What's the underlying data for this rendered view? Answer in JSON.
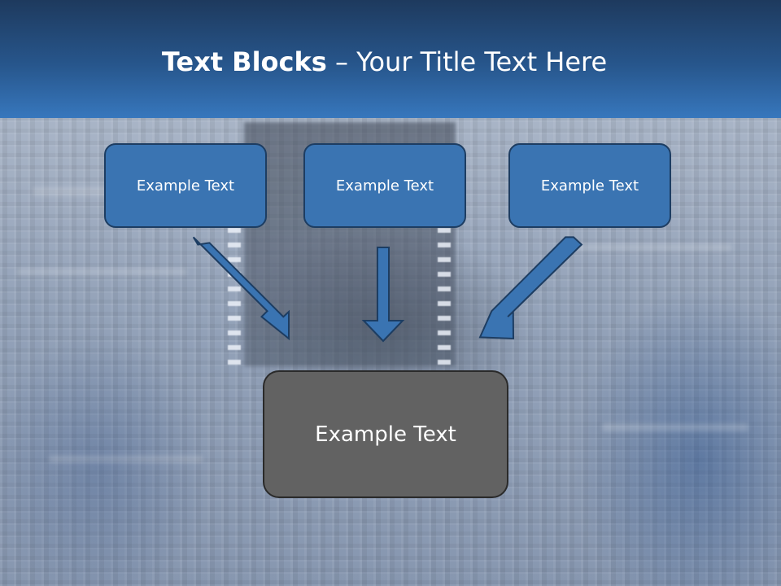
{
  "slide": {
    "title_bold": "Text Blocks",
    "title_dash": " – ",
    "title_rest": "Your Title Text Here",
    "top_blocks": [
      {
        "label": "Example Text"
      },
      {
        "label": "Example Text"
      },
      {
        "label": "Example Text"
      }
    ],
    "bottom_block": {
      "label": "Example Text"
    },
    "colors": {
      "header": "#2a5f9a",
      "block_blue": "#3a74b2",
      "block_gray": "#626262",
      "arrow": "#3a74b2"
    }
  }
}
